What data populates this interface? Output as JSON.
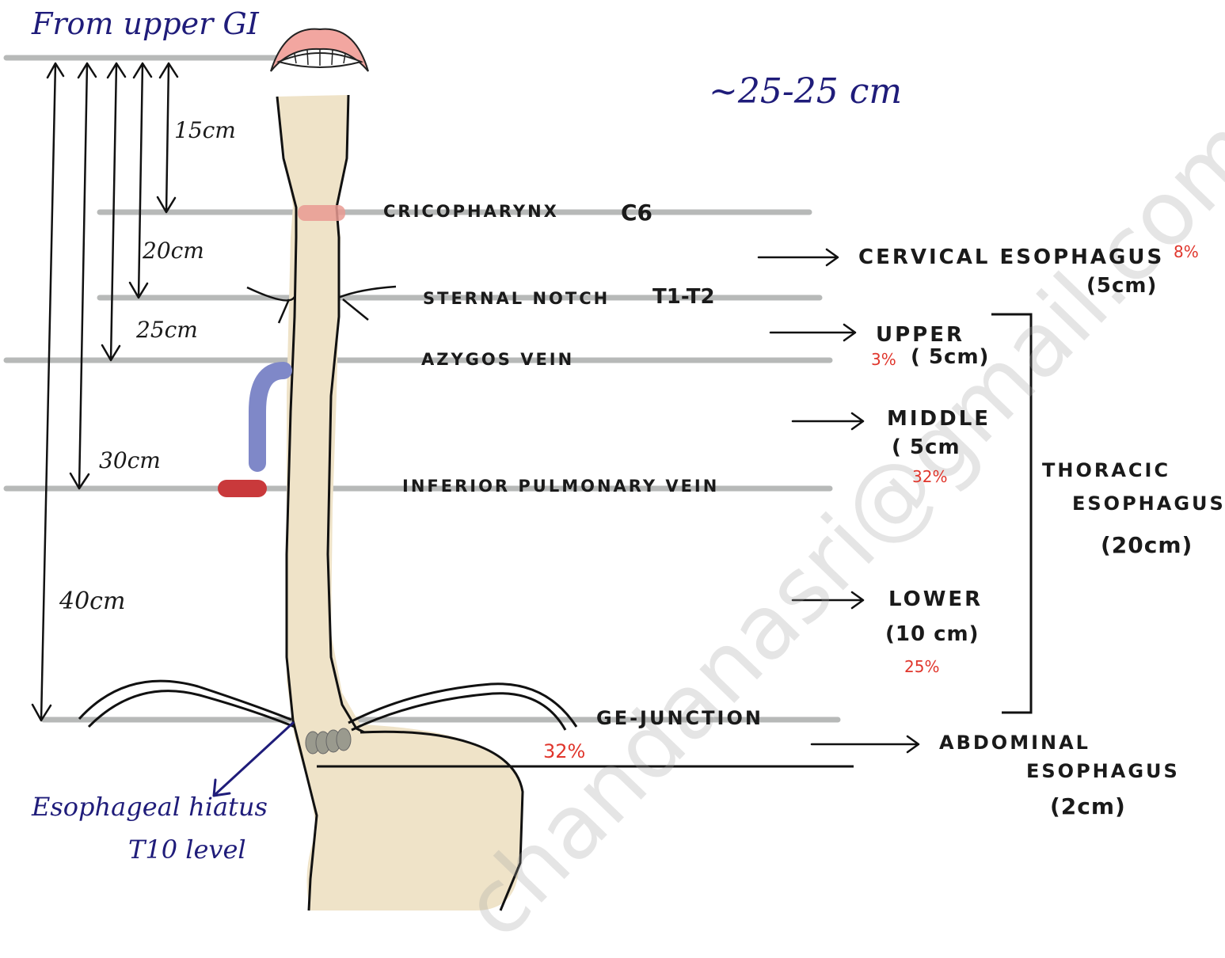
{
  "header": {
    "title": "From upper GI",
    "total_length": "~25-25 cm"
  },
  "measurements": {
    "m15": "15cm",
    "m20": "20cm",
    "m25": "25cm",
    "m30": "30cm",
    "m40": "40cm"
  },
  "landmarks": {
    "cricopharynx": "CRICOPHARYNX",
    "c6": "C6",
    "sternal_notch": "STERNAL NOTCH",
    "t1t2": "T1-T2",
    "azygos": "AZYGOS VEIN",
    "ipv": "INFERIOR PULMONARY VEIN",
    "ge": "GE-JUNCTION"
  },
  "segments": {
    "cervical": {
      "name": "CERVICAL ESOPHAGUS",
      "length": "(5cm)",
      "percent": "8%"
    },
    "upper": {
      "name": "UPPER",
      "length": "( 5cm)",
      "percent": "3%"
    },
    "middle": {
      "name": "MIDDLE",
      "length": "( 5cm",
      "percent": "32%"
    },
    "lower": {
      "name": "LOWER",
      "length": "(10 cm)",
      "percent": "25%"
    },
    "thoracic": {
      "line1": "THORACIC",
      "line2": "ESOPHAGUS",
      "length": "(20cm)"
    },
    "abdominal": {
      "line1": "ABDOMINAL",
      "line2": "ESOPHAGUS",
      "length": "(2cm)",
      "percent": "32%"
    }
  },
  "hiatus": {
    "line1": "Esophageal hiatus",
    "line2": "T10 level"
  },
  "watermark": "chandanasri@gmail.com",
  "colors": {
    "esophagus": "#efe3c8",
    "guide_line": "#b7b9b8",
    "ink_blue": "#1f1c7a",
    "note_red": "#e0362c",
    "cricopharynx_band": "#e99a92",
    "azygos_vein": "#7f88c8",
    "pulmonary_vein": "#c9393b"
  }
}
